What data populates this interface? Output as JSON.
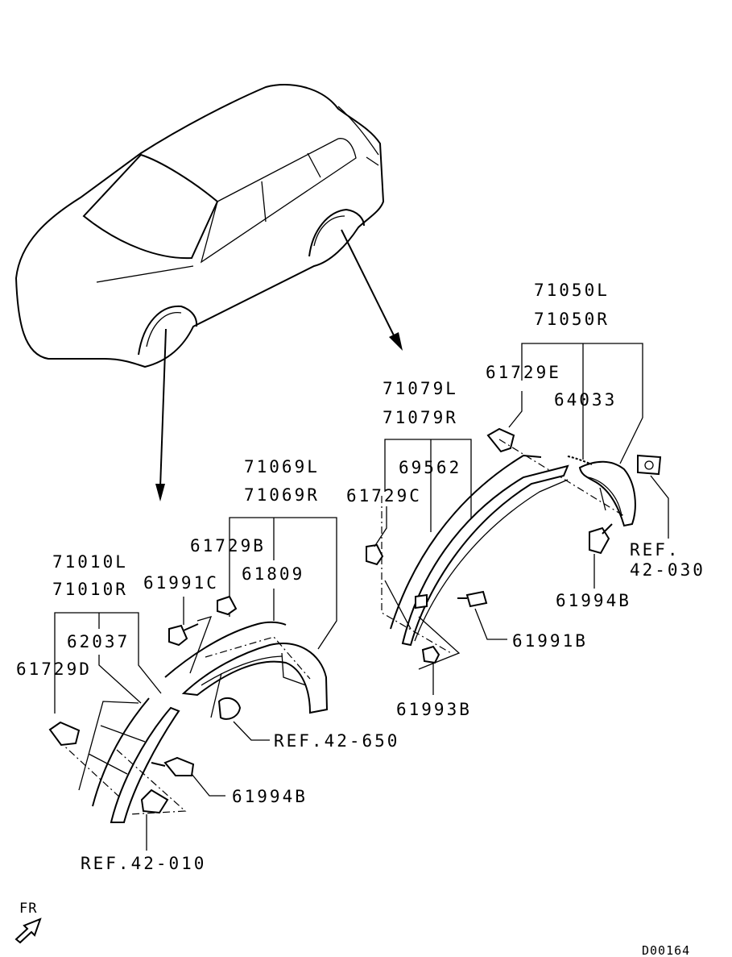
{
  "labels": {
    "p71050L": "71050L",
    "p71050R": "71050R",
    "p61729E": "61729E",
    "p64033": "64033",
    "p71079L": "71079L",
    "p71079R": "71079R",
    "p69562": "69562",
    "p61729C": "61729C",
    "ref42030a": "REF.",
    "ref42030b": "42-030",
    "p61994B_r": "61994B",
    "p61991B": "61991B",
    "p61993B": "61993B",
    "p71069L": "71069L",
    "p71069R": "71069R",
    "p61729B": "61729B",
    "p61809": "61809",
    "p61991C": "61991C",
    "ref42650": "REF.42-650",
    "p71010L": "71010L",
    "p71010R": "71010R",
    "p62037": "62037",
    "p61729D": "61729D",
    "p61994B_l": "61994B",
    "ref42010": "REF.42-010",
    "fr": "FR",
    "diagram_id": "D00164"
  },
  "icons": {
    "front_direction": "fr-arrow-icon"
  }
}
